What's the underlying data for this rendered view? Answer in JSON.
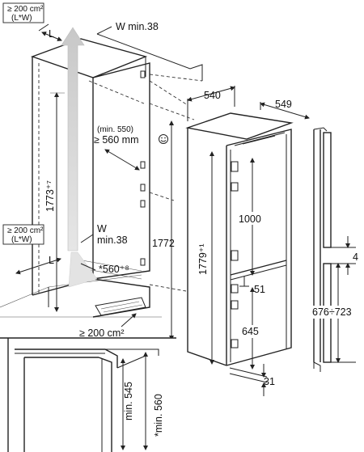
{
  "labels": {
    "vent_top": "≥ 200 cm²",
    "vent_top_sub": "(L*W)",
    "w_min_top": "W min.38",
    "l_top": "L",
    "niche_height": "1773⁺⁷",
    "vent_bottom": "≥ 200 cm²",
    "vent_bottom_sub": "(L*W)",
    "w_bottom": "W",
    "min38_bottom": "min.38",
    "l_bottom": "L",
    "depth_bottom": "*560⁺⁸",
    "vent_base": "≥ 200 cm²",
    "min550": "(min. 550)",
    "min560": "≥ 560 mm",
    "height_1772": "1772",
    "dim_540": "540",
    "dim_549": "549",
    "height_1779": "1779⁺¹",
    "dim_1000": "1000",
    "dim_51": "51",
    "dim_645": "645",
    "dim_31": "31",
    "dim_4": "4",
    "dim_676_723": "676÷723",
    "min545": "min. 545",
    "min560_star": "*min. 560"
  },
  "icons": {
    "smiley": "smiley-icon",
    "airflow": "airflow-arrow-icon"
  },
  "colors": {
    "line": "#222222",
    "airflow": "#d4d4d4"
  }
}
